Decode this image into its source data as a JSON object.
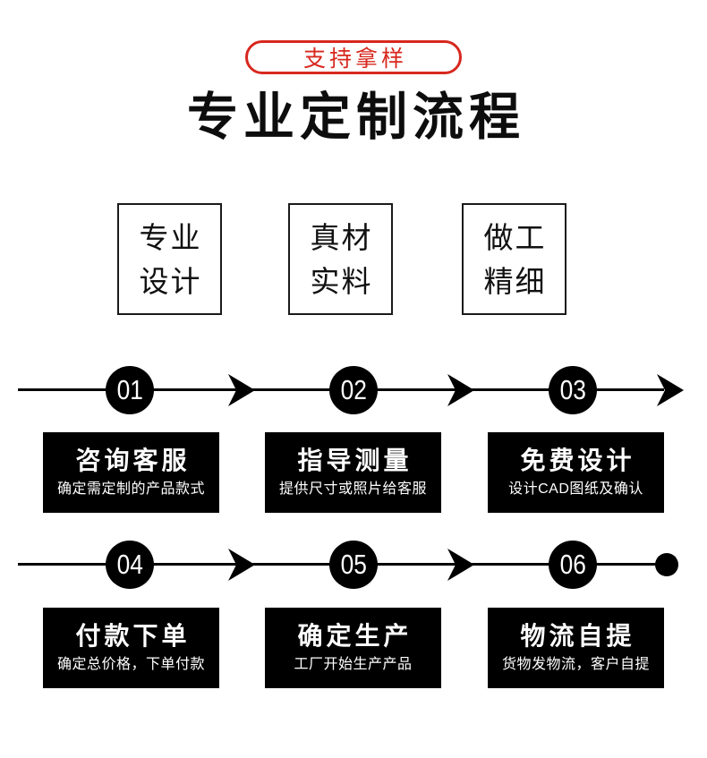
{
  "badge": {
    "label": "支持拿样"
  },
  "title": "专业定制流程",
  "features": [
    {
      "line1": "专业",
      "line2": "设计"
    },
    {
      "line1": "真材",
      "line2": "实料"
    },
    {
      "line1": "做工",
      "line2": "精细"
    }
  ],
  "steps_row1": [
    {
      "num": "01",
      "title": "咨询客服",
      "desc": "确定需定制的产品款式"
    },
    {
      "num": "02",
      "title": "指导测量",
      "desc": "提供尺寸或照片给客服"
    },
    {
      "num": "03",
      "title": "免费设计",
      "desc": "设计CAD图纸及确认"
    }
  ],
  "steps_row2": [
    {
      "num": "04",
      "title": "付款下单",
      "desc": "确定总价格，下单付款"
    },
    {
      "num": "05",
      "title": "确定生产",
      "desc": "工厂开始生产产品"
    },
    {
      "num": "06",
      "title": "物流自提",
      "desc": "货物发物流，客户自提"
    }
  ],
  "colors": {
    "accent_red": "#d7281e",
    "step_bg": "#000000",
    "text": "#0d0d0d"
  }
}
